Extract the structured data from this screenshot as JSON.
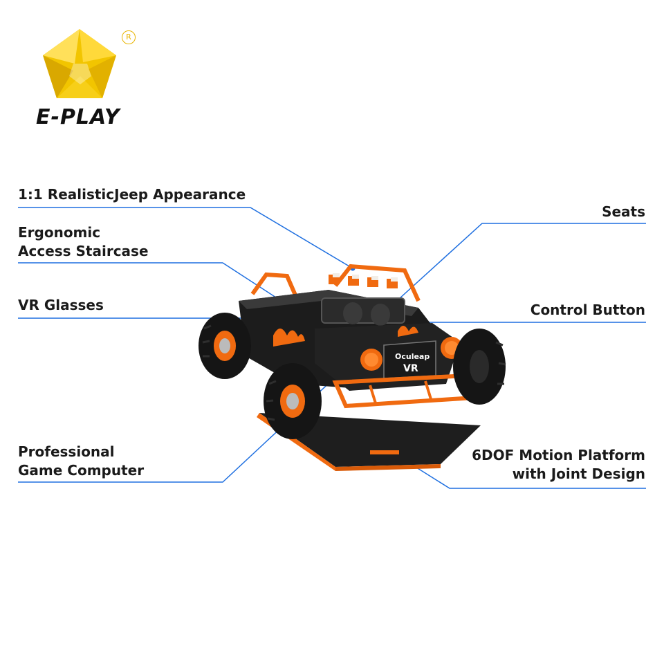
{
  "brand": {
    "name": "E-PLAY",
    "registered_mark": "R"
  },
  "callouts": {
    "realistic_jeep": "1:1 RealisticJeep Appearance",
    "staircase_line1": "Ergonomic",
    "staircase_line2": "Access Staircase",
    "vr_glasses": "VR Glasses",
    "game_computer_line1": "Professional",
    "game_computer_line2": "Game Computer",
    "seats": "Seats",
    "control_button": "Control Button",
    "motion_platform_line1": "6DOF Motion Platform",
    "motion_platform_line2": "with Joint Design"
  },
  "vehicle": {
    "hood_text": "Oculeap",
    "hood_logo": "VR"
  },
  "colors": {
    "accent_line": "#1e6fe0",
    "logo_yellow": "#f2c500",
    "vehicle_orange": "#f06a10",
    "vehicle_body": "#1c1c1c"
  }
}
